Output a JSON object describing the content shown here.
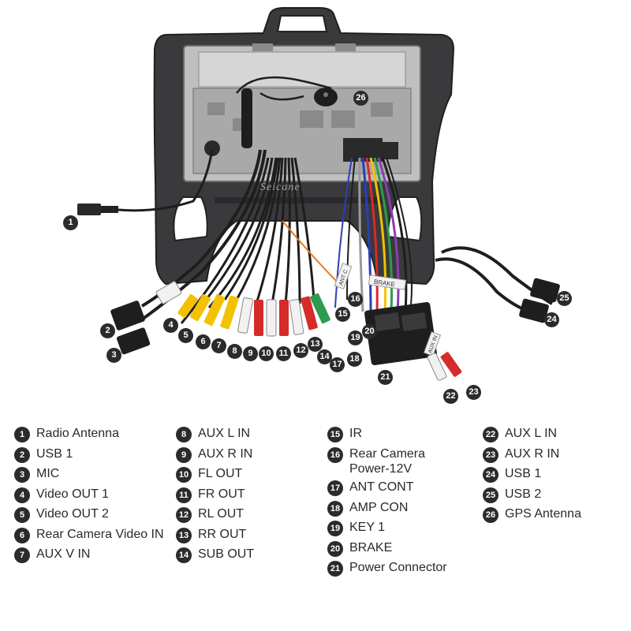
{
  "watermark": "Seicane",
  "connector_tags": {
    "brake": "BRAKE",
    "ant_cont": "ANT C",
    "aux_in": "AUX IN"
  },
  "legend": [
    {
      "num": "1",
      "label": "Radio Antenna"
    },
    {
      "num": "2",
      "label": "USB 1"
    },
    {
      "num": "3",
      "label": "MIC"
    },
    {
      "num": "4",
      "label": "Video OUT 1"
    },
    {
      "num": "5",
      "label": "Video OUT 2"
    },
    {
      "num": "6",
      "label": "Rear Camera Video IN"
    },
    {
      "num": "7",
      "label": "AUX V IN"
    },
    {
      "num": "8",
      "label": "AUX L IN"
    },
    {
      "num": "9",
      "label": "AUX R IN"
    },
    {
      "num": "10",
      "label": "FL OUT"
    },
    {
      "num": "11",
      "label": "FR OUT"
    },
    {
      "num": "12",
      "label": "RL OUT"
    },
    {
      "num": "13",
      "label": "RR OUT"
    },
    {
      "num": "14",
      "label": "SUB OUT"
    },
    {
      "num": "15",
      "label": "IR"
    },
    {
      "num": "16",
      "label": "Rear Camera\nPower-12V"
    },
    {
      "num": "17",
      "label": "ANT CONT"
    },
    {
      "num": "18",
      "label": "AMP CON"
    },
    {
      "num": "19",
      "label": "KEY  1"
    },
    {
      "num": "20",
      "label": "BRAKE"
    },
    {
      "num": "21",
      "label": "Power Connector"
    },
    {
      "num": "22",
      "label": "AUX L IN"
    },
    {
      "num": "23",
      "label": "AUX R IN"
    },
    {
      "num": "24",
      "label": "USB 1"
    },
    {
      "num": "25",
      "label": "USB 2"
    },
    {
      "num": "26",
      "label": "GPS Antenna"
    }
  ],
  "colors": {
    "frame": "#3a3a3d",
    "chassis": "#c9c9c9",
    "cable": "#1e1e1e",
    "yellow": "#f2c200",
    "red": "#d62b2b",
    "white": "#f1f1f1",
    "green": "#2e9b4f",
    "blue": "#2a3fb3",
    "purple": "#8a3fb3",
    "orange": "#e07b22",
    "callout": "#2b2b2b"
  }
}
